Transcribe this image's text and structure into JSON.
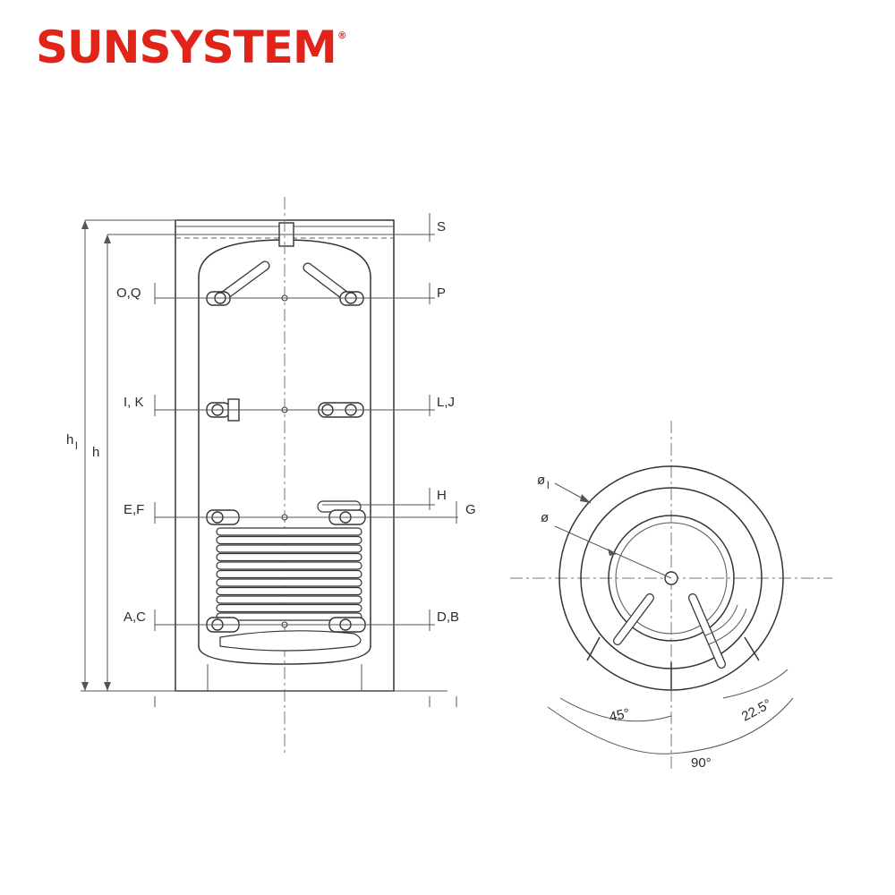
{
  "brand": {
    "name": "SUNSYSTEM",
    "registered": "®",
    "color": "#e2231a"
  },
  "side_view": {
    "left_labels": [
      "O,Q",
      "I, K",
      "E,F",
      "A,C"
    ],
    "right_labels": [
      "S",
      "P",
      "L,J",
      "H",
      "G",
      "D,B"
    ],
    "height_labels": {
      "outer": "h",
      "outer_sub": "l",
      "inner": "h"
    }
  },
  "top_view": {
    "outer_diameter": "ø",
    "outer_diameter_sub": "l",
    "inner_diameter": "ø",
    "angles": [
      "45°",
      "22.5°",
      "90°"
    ]
  }
}
